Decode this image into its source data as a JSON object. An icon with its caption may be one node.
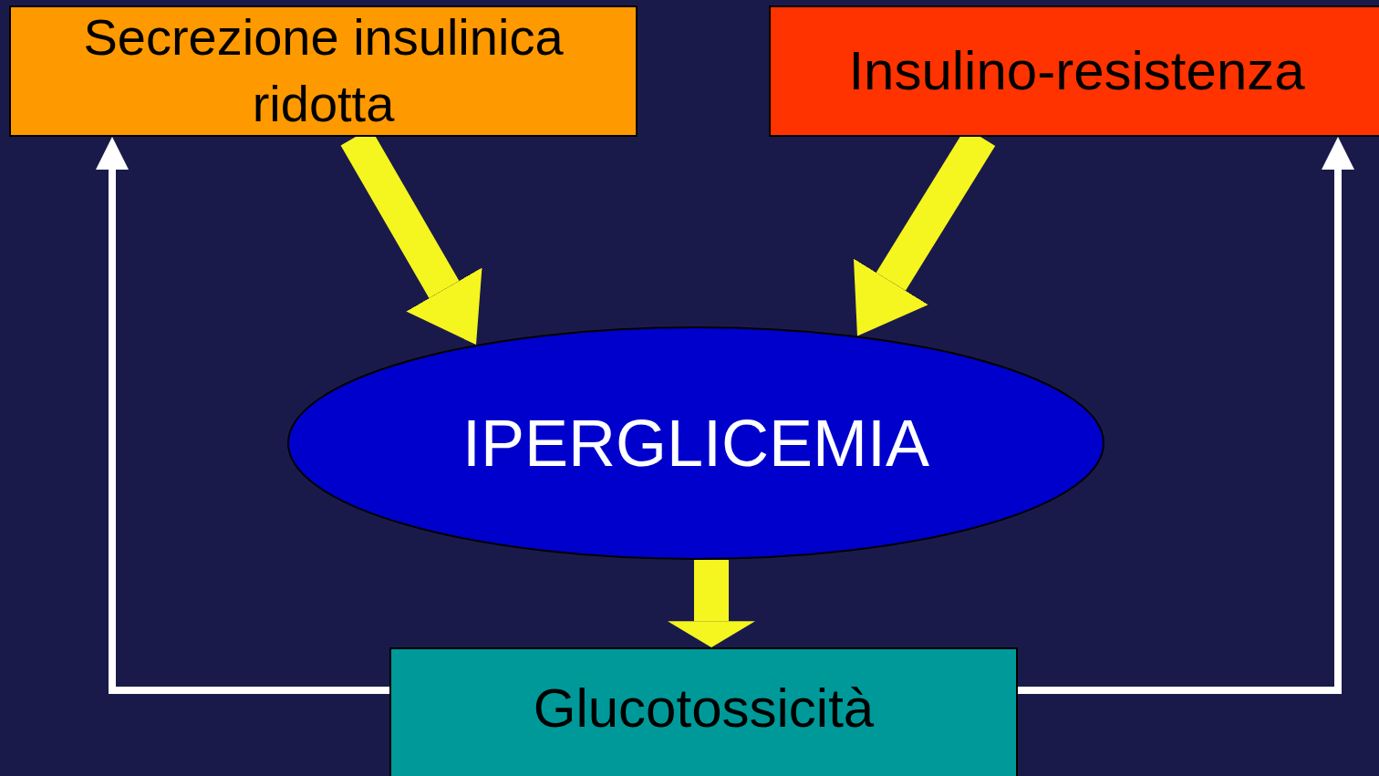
{
  "diagram": {
    "nodes": [
      {
        "text": [
          "Secrezione insulinica ridotta"
        ]
      },
      {
        "text": [
          "Insulino-resistenza"
        ]
      },
      {
        "text": [
          "IPERGLICEMIA"
        ]
      },
      {
        "text": [
          "Glucotossicità"
        ]
      }
    ],
    "edges": [
      {
        "from": 0,
        "to": 2,
        "arrow": "to"
      },
      {
        "from": 1,
        "to": 2,
        "arrow": "to"
      },
      {
        "from": 2,
        "to": 3,
        "arrow": "to"
      },
      {
        "from": 3,
        "to": 0,
        "arrow": "to",
        "color": "#ffffff"
      },
      {
        "from": 3,
        "to": 1,
        "arrow": "to",
        "color": "#ffffff"
      }
    ]
  }
}
